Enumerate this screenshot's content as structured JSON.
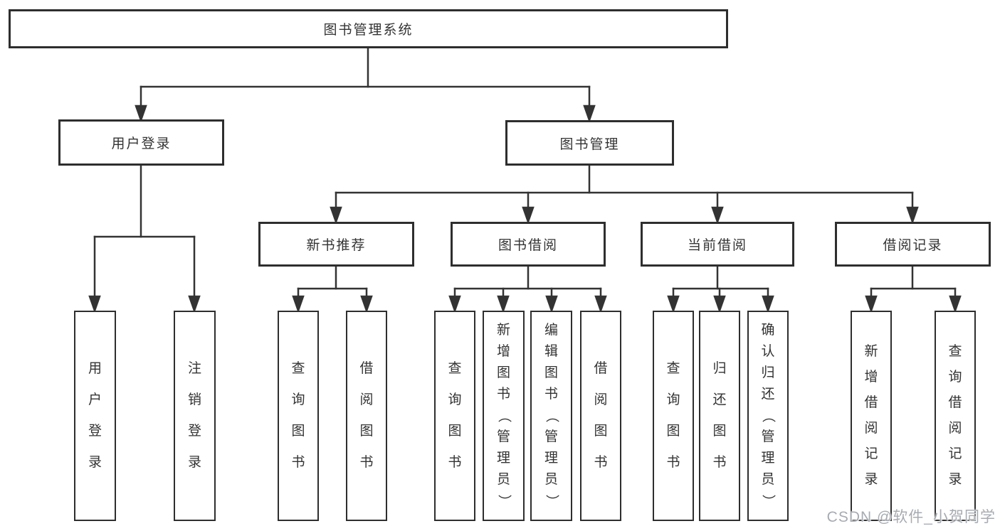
{
  "diagram": {
    "root": "图书管理系统",
    "user_login_branch": {
      "label": "用户登录",
      "children": [
        "用户登录",
        "注销登录"
      ]
    },
    "book_mgmt_branch": {
      "label": "图书管理",
      "modules": [
        {
          "label": "新书推荐",
          "children": [
            "查询图书",
            "借阅图书"
          ]
        },
        {
          "label": "图书借阅",
          "children": [
            "查询图书",
            "新增图书（管理员）",
            "编辑图书（管理员）",
            "借阅图书"
          ]
        },
        {
          "label": "当前借阅",
          "children": [
            "查询图书",
            "归还图书",
            "确认归还（管理员）"
          ]
        },
        {
          "label": "借阅记录",
          "children": [
            "新增借阅记录",
            "查询借阅记录"
          ]
        }
      ]
    },
    "line_color": "#333333",
    "watermark": "CSDN @软件_小贺同学"
  }
}
